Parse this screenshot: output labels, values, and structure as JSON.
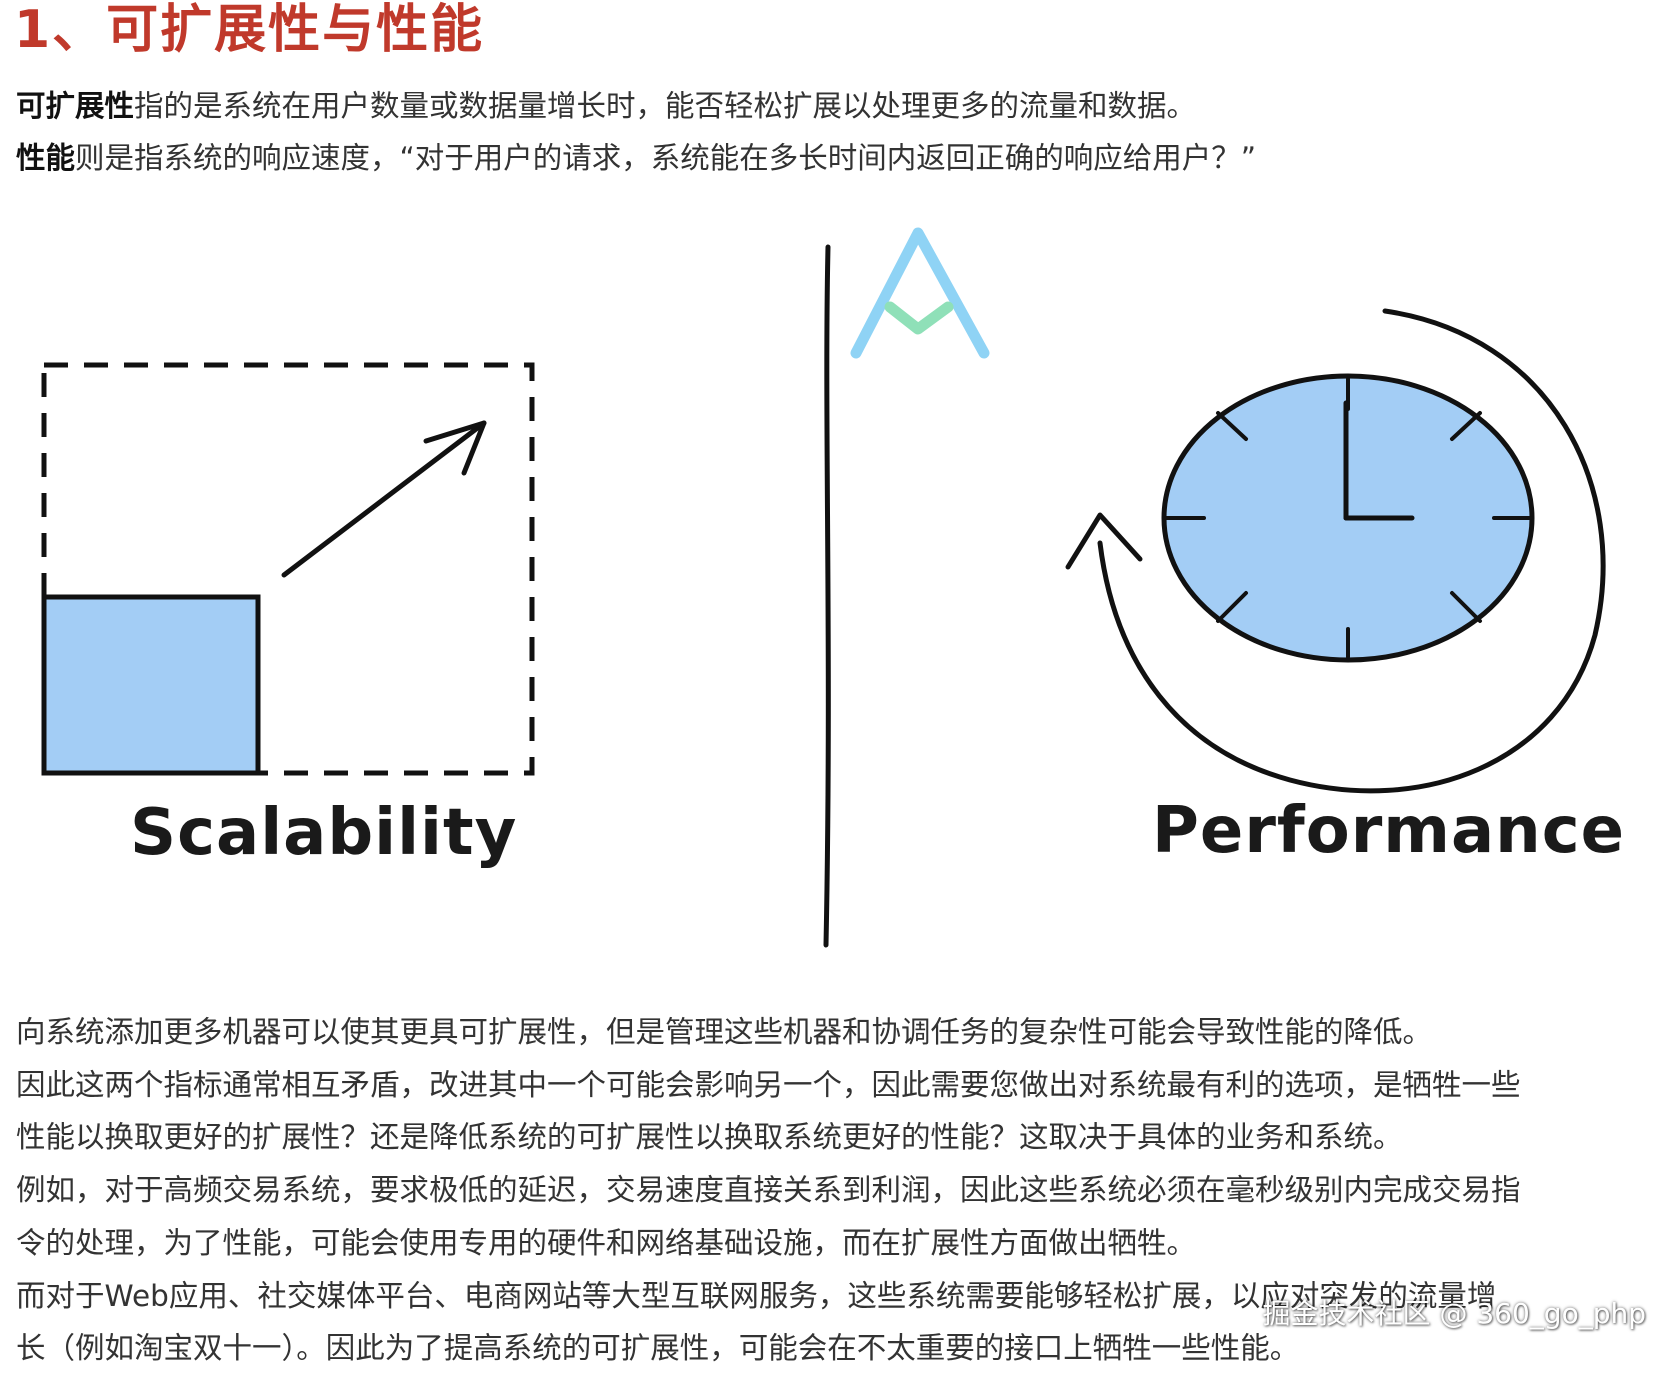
{
  "heading": "1、可扩展性与性能",
  "intro": {
    "line1_bold": "可扩展性",
    "line1_rest": "指的是系统在用户数量或数据量增长时，能否轻松扩展以处理更多的流量和数据。",
    "line2_bold": "性能",
    "line2_rest": "则是指系统的响应速度，“对于用户的请求，系统能在多长时间内返回正确的响应给用户？”"
  },
  "figure": {
    "left_label": "Scalability",
    "right_label": "Performance",
    "colors": {
      "fill_blue": "#a3cdf5",
      "stroke": "#111111",
      "logo_blue": "#8fd3f5",
      "logo_green": "#8fe0b8"
    }
  },
  "body": [
    "向系统添加更多机器可以使其更具可扩展性，但是管理这些机器和协调任务的复杂性可能会导致性能的降低。",
    "因此这两个指标通常相互矛盾，改进其中一个可能会影响另一个，因此需要您做出对系统最有利的选项，是牺牲一些",
    "性能以换取更好的扩展性？还是降低系统的可扩展性以换取系统更好的性能？这取决于具体的业务和系统。",
    "例如，对于高频交易系统，要求极低的延迟，交易速度直接关系到利润，因此这些系统必须在毫秒级别内完成交易指",
    "令的处理，为了性能，可能会使用专用的硬件和网络基础设施，而在扩展性方面做出牺牲。",
    "而对于Web应用、社交媒体平台、电商网站等大型互联网服务，这些系统需要能够轻松扩展，以应对突发的流量增",
    "长（例如淘宝双十一）。因此为了提高系统的可扩展性，可能会在不太重要的接口上牺牲一些性能。"
  ],
  "watermark": "掘金技术社区 @ 360_go_php"
}
